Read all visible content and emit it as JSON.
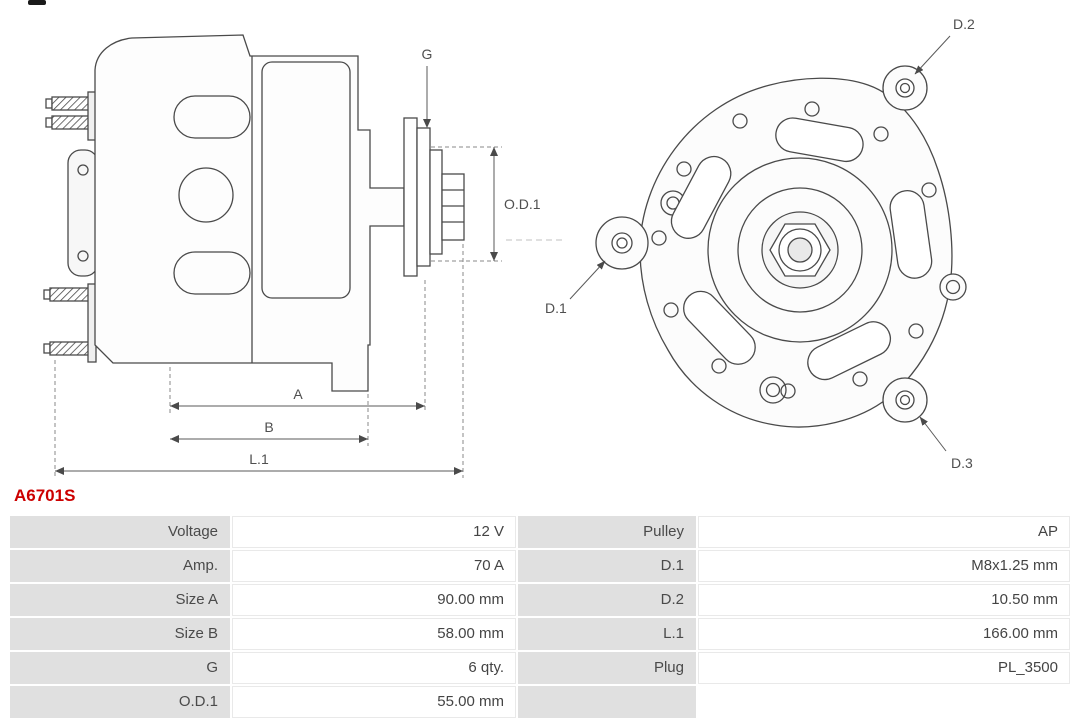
{
  "part_number": "A6701S",
  "accent_color": "#cc0000",
  "diagram": {
    "side_labels": {
      "g": "G",
      "od1": "O.D.1",
      "a": "A",
      "b": "B",
      "l1": "L.1"
    },
    "front_labels": {
      "d1": "D.1",
      "d2": "D.2",
      "d3": "D.3"
    }
  },
  "spec_table": {
    "rows": [
      {
        "l1": "Voltage",
        "v1": "12 V",
        "l2": "Pulley",
        "v2": "AP"
      },
      {
        "l1": "Amp.",
        "v1": "70 A",
        "l2": "D.1",
        "v2": "M8x1.25 mm"
      },
      {
        "l1": "Size A",
        "v1": "90.00 mm",
        "l2": "D.2",
        "v2": "10.50 mm"
      },
      {
        "l1": "Size B",
        "v1": "58.00 mm",
        "l2": "L.1",
        "v2": "166.00 mm"
      },
      {
        "l1": "G",
        "v1": "6 qty.",
        "l2": "Plug",
        "v2": "PL_3500"
      },
      {
        "l1": "O.D.1",
        "v1": "55.00 mm",
        "l2": "",
        "v2": ""
      }
    ]
  }
}
